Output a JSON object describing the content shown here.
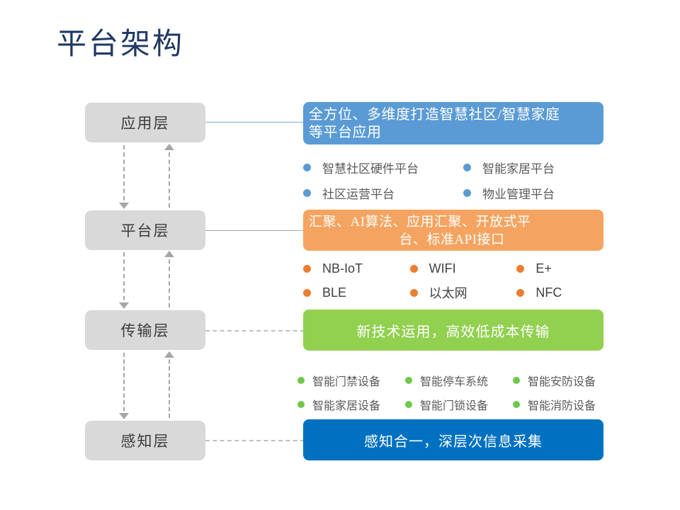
{
  "slide": {
    "title": "平台架构"
  },
  "layers": [
    {
      "id": "application",
      "chip_label": "应用层",
      "connector": "solid-blue",
      "banner": {
        "color": "#5B9BD5",
        "lines": [
          "全方位、多维度打造智慧社区/智慧家庭",
          "等平台应用"
        ],
        "text": "全方位、多维度打造智慧社区/智慧家庭等平台应用"
      },
      "bullet_color": "#5B9BD5",
      "bullets": [
        "智慧社区硬件平台",
        "智能家居平台",
        "社区运营平台",
        "物业管理平台"
      ]
    },
    {
      "id": "platform",
      "chip_label": "平台层",
      "connector": "solid-gray",
      "banner": {
        "color": "#F4A460",
        "lines": [
          "汇聚、AI算法、应用汇聚、开放式平",
          "台、标准API接口"
        ],
        "text": "汇聚、AI算法、应用汇聚、开放式平台、标准API接口"
      },
      "bullet_color": "#ED7D31",
      "bullets": [
        "NB-IoT",
        "WIFI",
        "E+",
        "BLE",
        "以太网",
        "NFC"
      ]
    },
    {
      "id": "transmission",
      "chip_label": "传输层",
      "connector": "dashed-gray",
      "banner": {
        "color": "#92D050",
        "text": "新技术运用，高效低成本传输"
      },
      "bullet_color": "#70C74A",
      "bullets": [
        "智能门禁设备",
        "智能停车系统",
        "智能安防设备",
        "智能家居设备",
        "智能门锁设备",
        "智能消防设备"
      ]
    },
    {
      "id": "perception",
      "chip_label": "感知层",
      "connector": "dashed-gray",
      "banner": {
        "color": "#0070C0",
        "text": "感知合一，深层次信息采集"
      }
    }
  ],
  "arrows": [
    {
      "name": "app-to-platform-down",
      "direction": "down"
    },
    {
      "name": "platform-to-app-up",
      "direction": "up"
    },
    {
      "name": "platform-to-transmission-down",
      "direction": "down"
    },
    {
      "name": "transmission-to-platform-up",
      "direction": "up"
    },
    {
      "name": "transmission-to-perception-down",
      "direction": "down"
    },
    {
      "name": "perception-to-transmission-up",
      "direction": "up"
    }
  ],
  "colors": {
    "title": "#1F3864",
    "chip": "#D9D9D9",
    "arrow": "#A6A6A6"
  }
}
